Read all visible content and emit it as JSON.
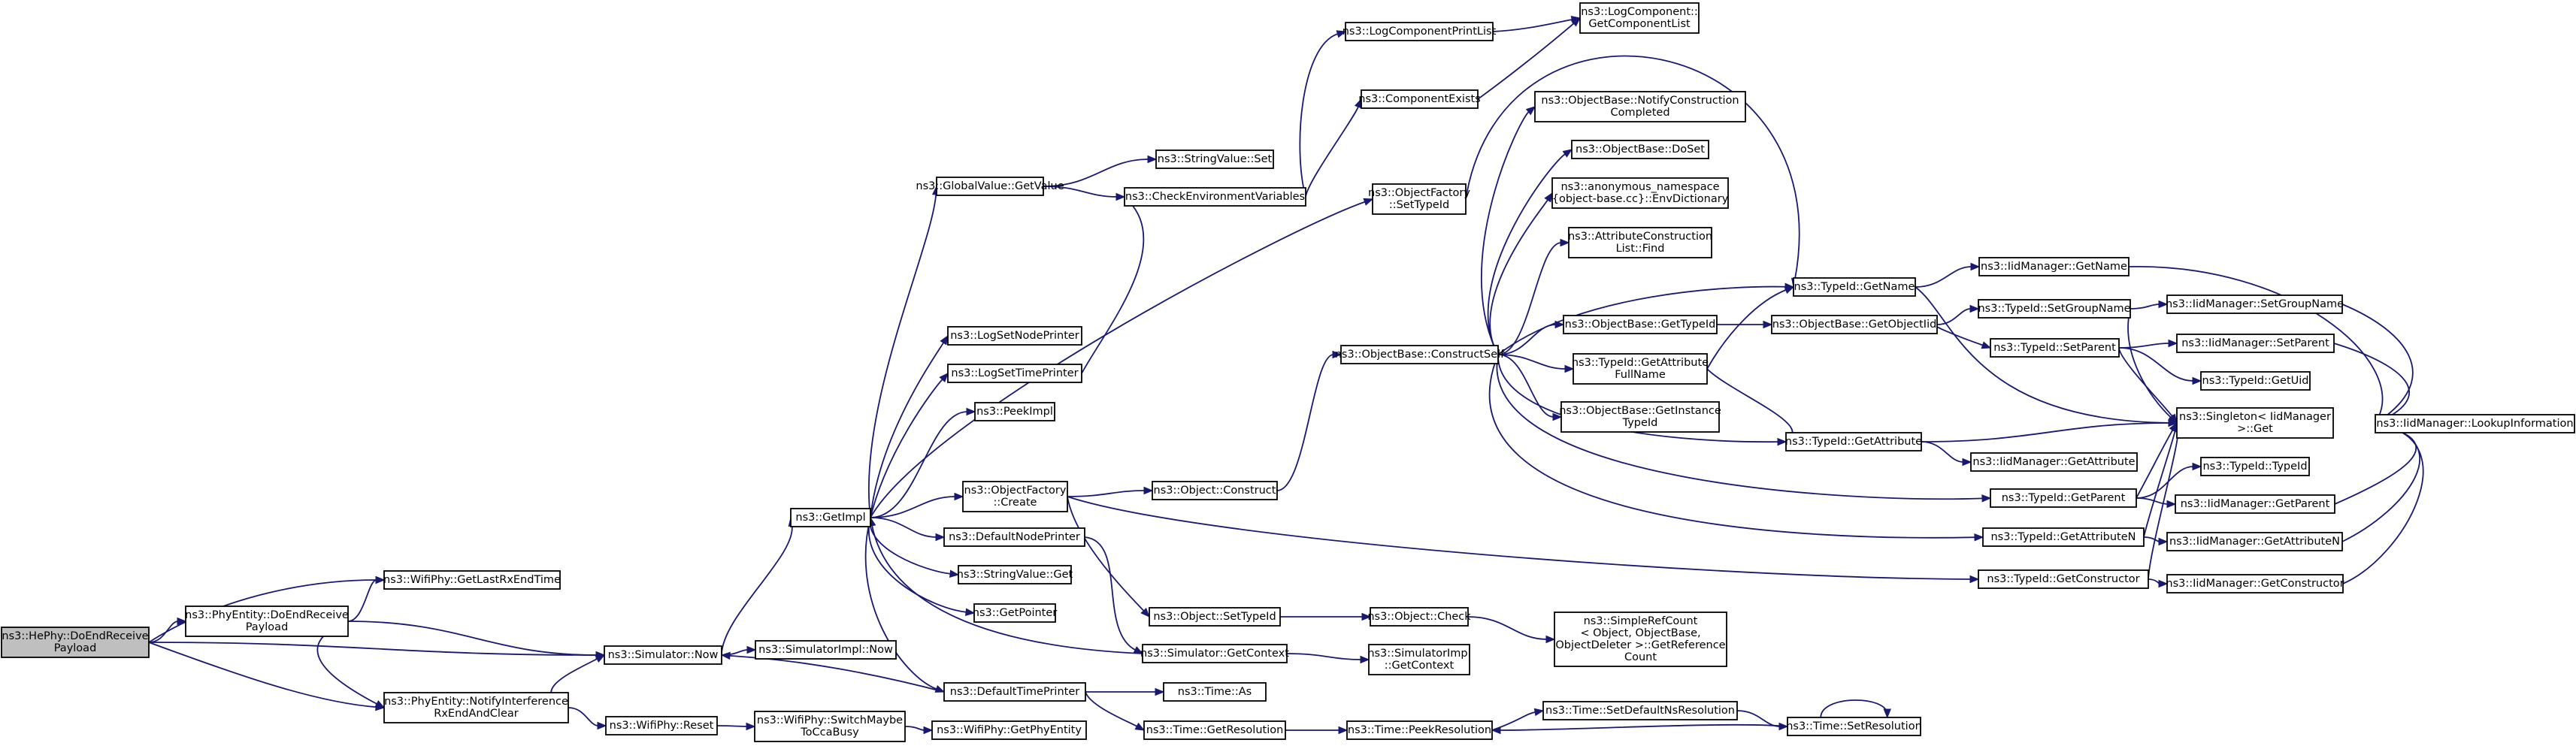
{
  "diagram": {
    "root": "n0",
    "nodes": [
      {
        "id": "n0",
        "lines": [
          "ns3::HePhy::DoEndReceive",
          "Payload"
        ]
      },
      {
        "id": "n1",
        "lines": [
          "ns3::PhyEntity::DoEndReceive",
          "Payload"
        ]
      },
      {
        "id": "n2",
        "lines": [
          "ns3::WifiPhy::GetLastRxEndTime"
        ]
      },
      {
        "id": "n3",
        "lines": [
          "ns3::Simulator::Now"
        ]
      },
      {
        "id": "n4",
        "lines": [
          "ns3::PhyEntity::NotifyInterference",
          "RxEndAndClear"
        ]
      },
      {
        "id": "n5",
        "lines": [
          "ns3::GetImpl"
        ]
      },
      {
        "id": "n6",
        "lines": [
          "ns3::SimulatorImpl::Now"
        ]
      },
      {
        "id": "n7",
        "lines": [
          "ns3::WifiPhy::Reset"
        ]
      },
      {
        "id": "n8",
        "lines": [
          "ns3::WifiPhy::SwitchMaybe",
          "ToCcaBusy"
        ]
      },
      {
        "id": "n9",
        "lines": [
          "ns3::WifiPhy::GetPhyEntity"
        ]
      },
      {
        "id": "n10",
        "lines": [
          "ns3::GlobalValue::GetValue"
        ]
      },
      {
        "id": "n11",
        "lines": [
          "ns3::LogSetNodePrinter"
        ]
      },
      {
        "id": "n12",
        "lines": [
          "ns3::LogSetTimePrinter"
        ]
      },
      {
        "id": "n13",
        "lines": [
          "ns3::PeekImpl"
        ]
      },
      {
        "id": "n14",
        "lines": [
          "ns3::ObjectFactory",
          "::Create"
        ]
      },
      {
        "id": "n15",
        "lines": [
          "ns3::DefaultNodePrinter"
        ]
      },
      {
        "id": "n16",
        "lines": [
          "ns3::StringValue::Get"
        ]
      },
      {
        "id": "n17",
        "lines": [
          "ns3::GetPointer"
        ]
      },
      {
        "id": "n18",
        "lines": [
          "ns3::DefaultTimePrinter"
        ]
      },
      {
        "id": "n19",
        "lines": [
          "ns3::StringValue::Set"
        ]
      },
      {
        "id": "n20",
        "lines": [
          "ns3::CheckEnvironmentVariables"
        ]
      },
      {
        "id": "n21",
        "lines": [
          "ns3::Object::Construct"
        ]
      },
      {
        "id": "n22",
        "lines": [
          "ns3::Object::SetTypeId"
        ]
      },
      {
        "id": "n23",
        "lines": [
          "ns3::Simulator::GetContext"
        ]
      },
      {
        "id": "n24",
        "lines": [
          "ns3::Time::As"
        ]
      },
      {
        "id": "n25",
        "lines": [
          "ns3::Time::GetResolution"
        ]
      },
      {
        "id": "n26",
        "lines": [
          "ns3::LogComponentPrintList"
        ]
      },
      {
        "id": "n27",
        "lines": [
          "ns3::ComponentExists"
        ]
      },
      {
        "id": "n28",
        "lines": [
          "ns3::ObjectFactory",
          "::SetTypeId"
        ]
      },
      {
        "id": "n29",
        "lines": [
          "ns3::ObjectBase::ConstructSelf"
        ]
      },
      {
        "id": "n30",
        "lines": [
          "ns3::Object::Check"
        ]
      },
      {
        "id": "n31",
        "lines": [
          "ns3::SimulatorImpl",
          "::GetContext"
        ]
      },
      {
        "id": "n32",
        "lines": [
          "ns3::Time::PeekResolution"
        ]
      },
      {
        "id": "n33",
        "lines": [
          "ns3::LogComponent::",
          "GetComponentList"
        ]
      },
      {
        "id": "n34",
        "lines": [
          "ns3::ObjectBase::NotifyConstruction",
          "Completed"
        ]
      },
      {
        "id": "n35",
        "lines": [
          "ns3::ObjectBase::DoSet"
        ]
      },
      {
        "id": "n36",
        "lines": [
          "ns3::anonymous_namespace",
          "{object-base.cc}::EnvDictionary"
        ]
      },
      {
        "id": "n37",
        "lines": [
          "ns3::AttributeConstruction",
          "List::Find"
        ]
      },
      {
        "id": "n38",
        "lines": [
          "ns3::ObjectBase::GetTypeId"
        ]
      },
      {
        "id": "n39",
        "lines": [
          "ns3::TypeId::GetAttribute",
          "FullName"
        ]
      },
      {
        "id": "n40",
        "lines": [
          "ns3::ObjectBase::GetInstance",
          "TypeId"
        ]
      },
      {
        "id": "n41",
        "lines": [
          "ns3::SimpleRefCount",
          "< Object, ObjectBase,",
          "ObjectDeleter >::GetReference",
          "Count"
        ]
      },
      {
        "id": "n42",
        "lines": [
          "ns3::Time::SetDefaultNsResolution"
        ]
      },
      {
        "id": "n43",
        "lines": [
          "ns3::TypeId::GetName"
        ]
      },
      {
        "id": "n44",
        "lines": [
          "ns3::ObjectBase::GetObjectIid"
        ]
      },
      {
        "id": "n45",
        "lines": [
          "ns3::TypeId::GetAttribute"
        ]
      },
      {
        "id": "n46",
        "lines": [
          "ns3::TypeId::GetParent"
        ]
      },
      {
        "id": "n47",
        "lines": [
          "ns3::TypeId::GetAttributeN"
        ]
      },
      {
        "id": "n48",
        "lines": [
          "ns3::TypeId::GetConstructor"
        ]
      },
      {
        "id": "n49",
        "lines": [
          "ns3::Time::SetResolution"
        ]
      },
      {
        "id": "n50",
        "lines": [
          "ns3::IidManager::GetName"
        ]
      },
      {
        "id": "n51",
        "lines": [
          "ns3::TypeId::SetGroupName"
        ]
      },
      {
        "id": "n52",
        "lines": [
          "ns3::TypeId::SetParent"
        ]
      },
      {
        "id": "n53",
        "lines": [
          "ns3::Singleton< IidManager",
          ">::Get"
        ]
      },
      {
        "id": "n54",
        "lines": [
          "ns3::IidManager::GetAttribute"
        ]
      },
      {
        "id": "n55",
        "lines": [
          "ns3::IidManager::SetGroupName"
        ]
      },
      {
        "id": "n56",
        "lines": [
          "ns3::IidManager::SetParent"
        ]
      },
      {
        "id": "n57",
        "lines": [
          "ns3::TypeId::GetUid"
        ]
      },
      {
        "id": "n58",
        "lines": [
          "ns3::TypeId::TypeId"
        ]
      },
      {
        "id": "n59",
        "lines": [
          "ns3::IidManager::GetParent"
        ]
      },
      {
        "id": "n60",
        "lines": [
          "ns3::IidManager::GetAttributeN"
        ]
      },
      {
        "id": "n61",
        "lines": [
          "ns3::IidManager::GetConstructor"
        ]
      },
      {
        "id": "n62",
        "lines": [
          "ns3::IidManager::LookupInformation"
        ]
      }
    ],
    "edges": [
      [
        "n0",
        "n1"
      ],
      [
        "n0",
        "n2"
      ],
      [
        "n0",
        "n3"
      ],
      [
        "n0",
        "n4"
      ],
      [
        "n1",
        "n2"
      ],
      [
        "n1",
        "n3"
      ],
      [
        "n1",
        "n4"
      ],
      [
        "n4",
        "n3"
      ],
      [
        "n4",
        "n7"
      ],
      [
        "n3",
        "n5"
      ],
      [
        "n3",
        "n6"
      ],
      [
        "n7",
        "n8"
      ],
      [
        "n8",
        "n9"
      ],
      [
        "n5",
        "n10"
      ],
      [
        "n5",
        "n11"
      ],
      [
        "n5",
        "n12"
      ],
      [
        "n5",
        "n13"
      ],
      [
        "n5",
        "n14"
      ],
      [
        "n5",
        "n15"
      ],
      [
        "n5",
        "n16"
      ],
      [
        "n5",
        "n17"
      ],
      [
        "n5",
        "n18"
      ],
      [
        "n5",
        "n28"
      ],
      [
        "n10",
        "n19"
      ],
      [
        "n10",
        "n20"
      ],
      [
        "n12",
        "n20"
      ],
      [
        "n14",
        "n21"
      ],
      [
        "n14",
        "n22"
      ],
      [
        "n14",
        "n48"
      ],
      [
        "n15",
        "n23"
      ],
      [
        "n18",
        "n24"
      ],
      [
        "n18",
        "n25"
      ],
      [
        "n18",
        "n3"
      ],
      [
        "n20",
        "n26"
      ],
      [
        "n20",
        "n27"
      ],
      [
        "n26",
        "n33"
      ],
      [
        "n27",
        "n33"
      ],
      [
        "n28",
        "n43"
      ],
      [
        "n21",
        "n29"
      ],
      [
        "n22",
        "n30"
      ],
      [
        "n23",
        "n5"
      ],
      [
        "n23",
        "n31"
      ],
      [
        "n25",
        "n32"
      ],
      [
        "n29",
        "n34"
      ],
      [
        "n29",
        "n35"
      ],
      [
        "n29",
        "n36"
      ],
      [
        "n29",
        "n37"
      ],
      [
        "n29",
        "n38"
      ],
      [
        "n29",
        "n39"
      ],
      [
        "n29",
        "n40"
      ],
      [
        "n29",
        "n43"
      ],
      [
        "n29",
        "n45"
      ],
      [
        "n29",
        "n46"
      ],
      [
        "n29",
        "n47"
      ],
      [
        "n30",
        "n41"
      ],
      [
        "n32",
        "n42"
      ],
      [
        "n42",
        "n49"
      ],
      [
        "n49",
        "n32"
      ],
      [
        "n49",
        "n49"
      ],
      [
        "n38",
        "n44"
      ],
      [
        "n39",
        "n43"
      ],
      [
        "n39",
        "n45"
      ],
      [
        "n43",
        "n50"
      ],
      [
        "n43",
        "n53"
      ],
      [
        "n44",
        "n51"
      ],
      [
        "n44",
        "n52"
      ],
      [
        "n45",
        "n53"
      ],
      [
        "n45",
        "n54"
      ],
      [
        "n46",
        "n53"
      ],
      [
        "n46",
        "n58"
      ],
      [
        "n46",
        "n59"
      ],
      [
        "n47",
        "n53"
      ],
      [
        "n47",
        "n60"
      ],
      [
        "n48",
        "n53"
      ],
      [
        "n48",
        "n61"
      ],
      [
        "n50",
        "n62"
      ],
      [
        "n51",
        "n53"
      ],
      [
        "n51",
        "n55"
      ],
      [
        "n52",
        "n53"
      ],
      [
        "n52",
        "n56"
      ],
      [
        "n52",
        "n57"
      ],
      [
        "n55",
        "n62"
      ],
      [
        "n56",
        "n62"
      ],
      [
        "n59",
        "n62"
      ],
      [
        "n60",
        "n62"
      ],
      [
        "n61",
        "n62"
      ]
    ]
  }
}
